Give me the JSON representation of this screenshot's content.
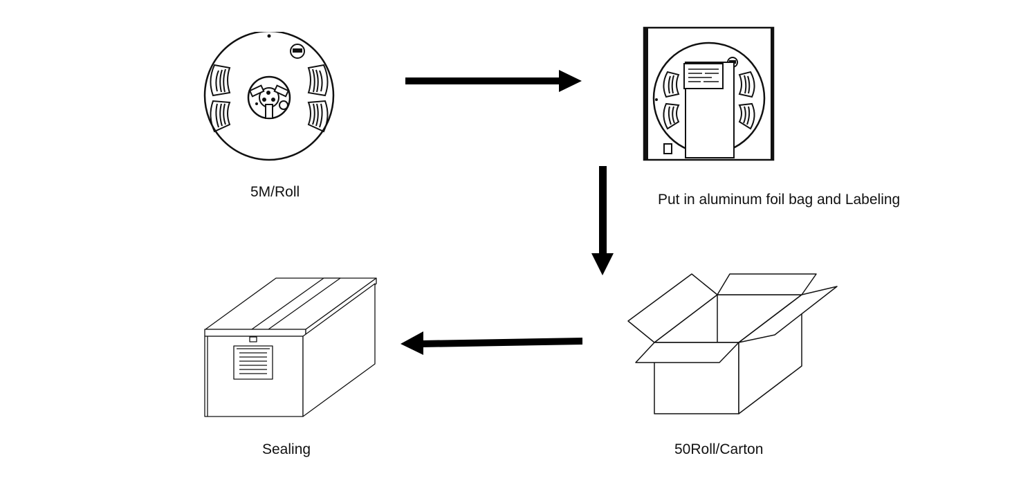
{
  "steps": {
    "roll": {
      "caption": "5M/Roll",
      "icon": "led-strip-reel-icon"
    },
    "bag": {
      "caption": "Put in aluminum foil bag and Labeling",
      "icon": "foil-bag-with-label-icon"
    },
    "carton": {
      "caption": "50Roll/Carton",
      "icon": "open-carton-icon"
    },
    "sealing": {
      "caption": "Sealing",
      "icon": "sealed-carton-icon"
    }
  },
  "flow": [
    "roll",
    "bag",
    "carton",
    "sealing"
  ],
  "colors": {
    "stroke": "#111111",
    "arrow": "#000000",
    "background": "#ffffff"
  }
}
